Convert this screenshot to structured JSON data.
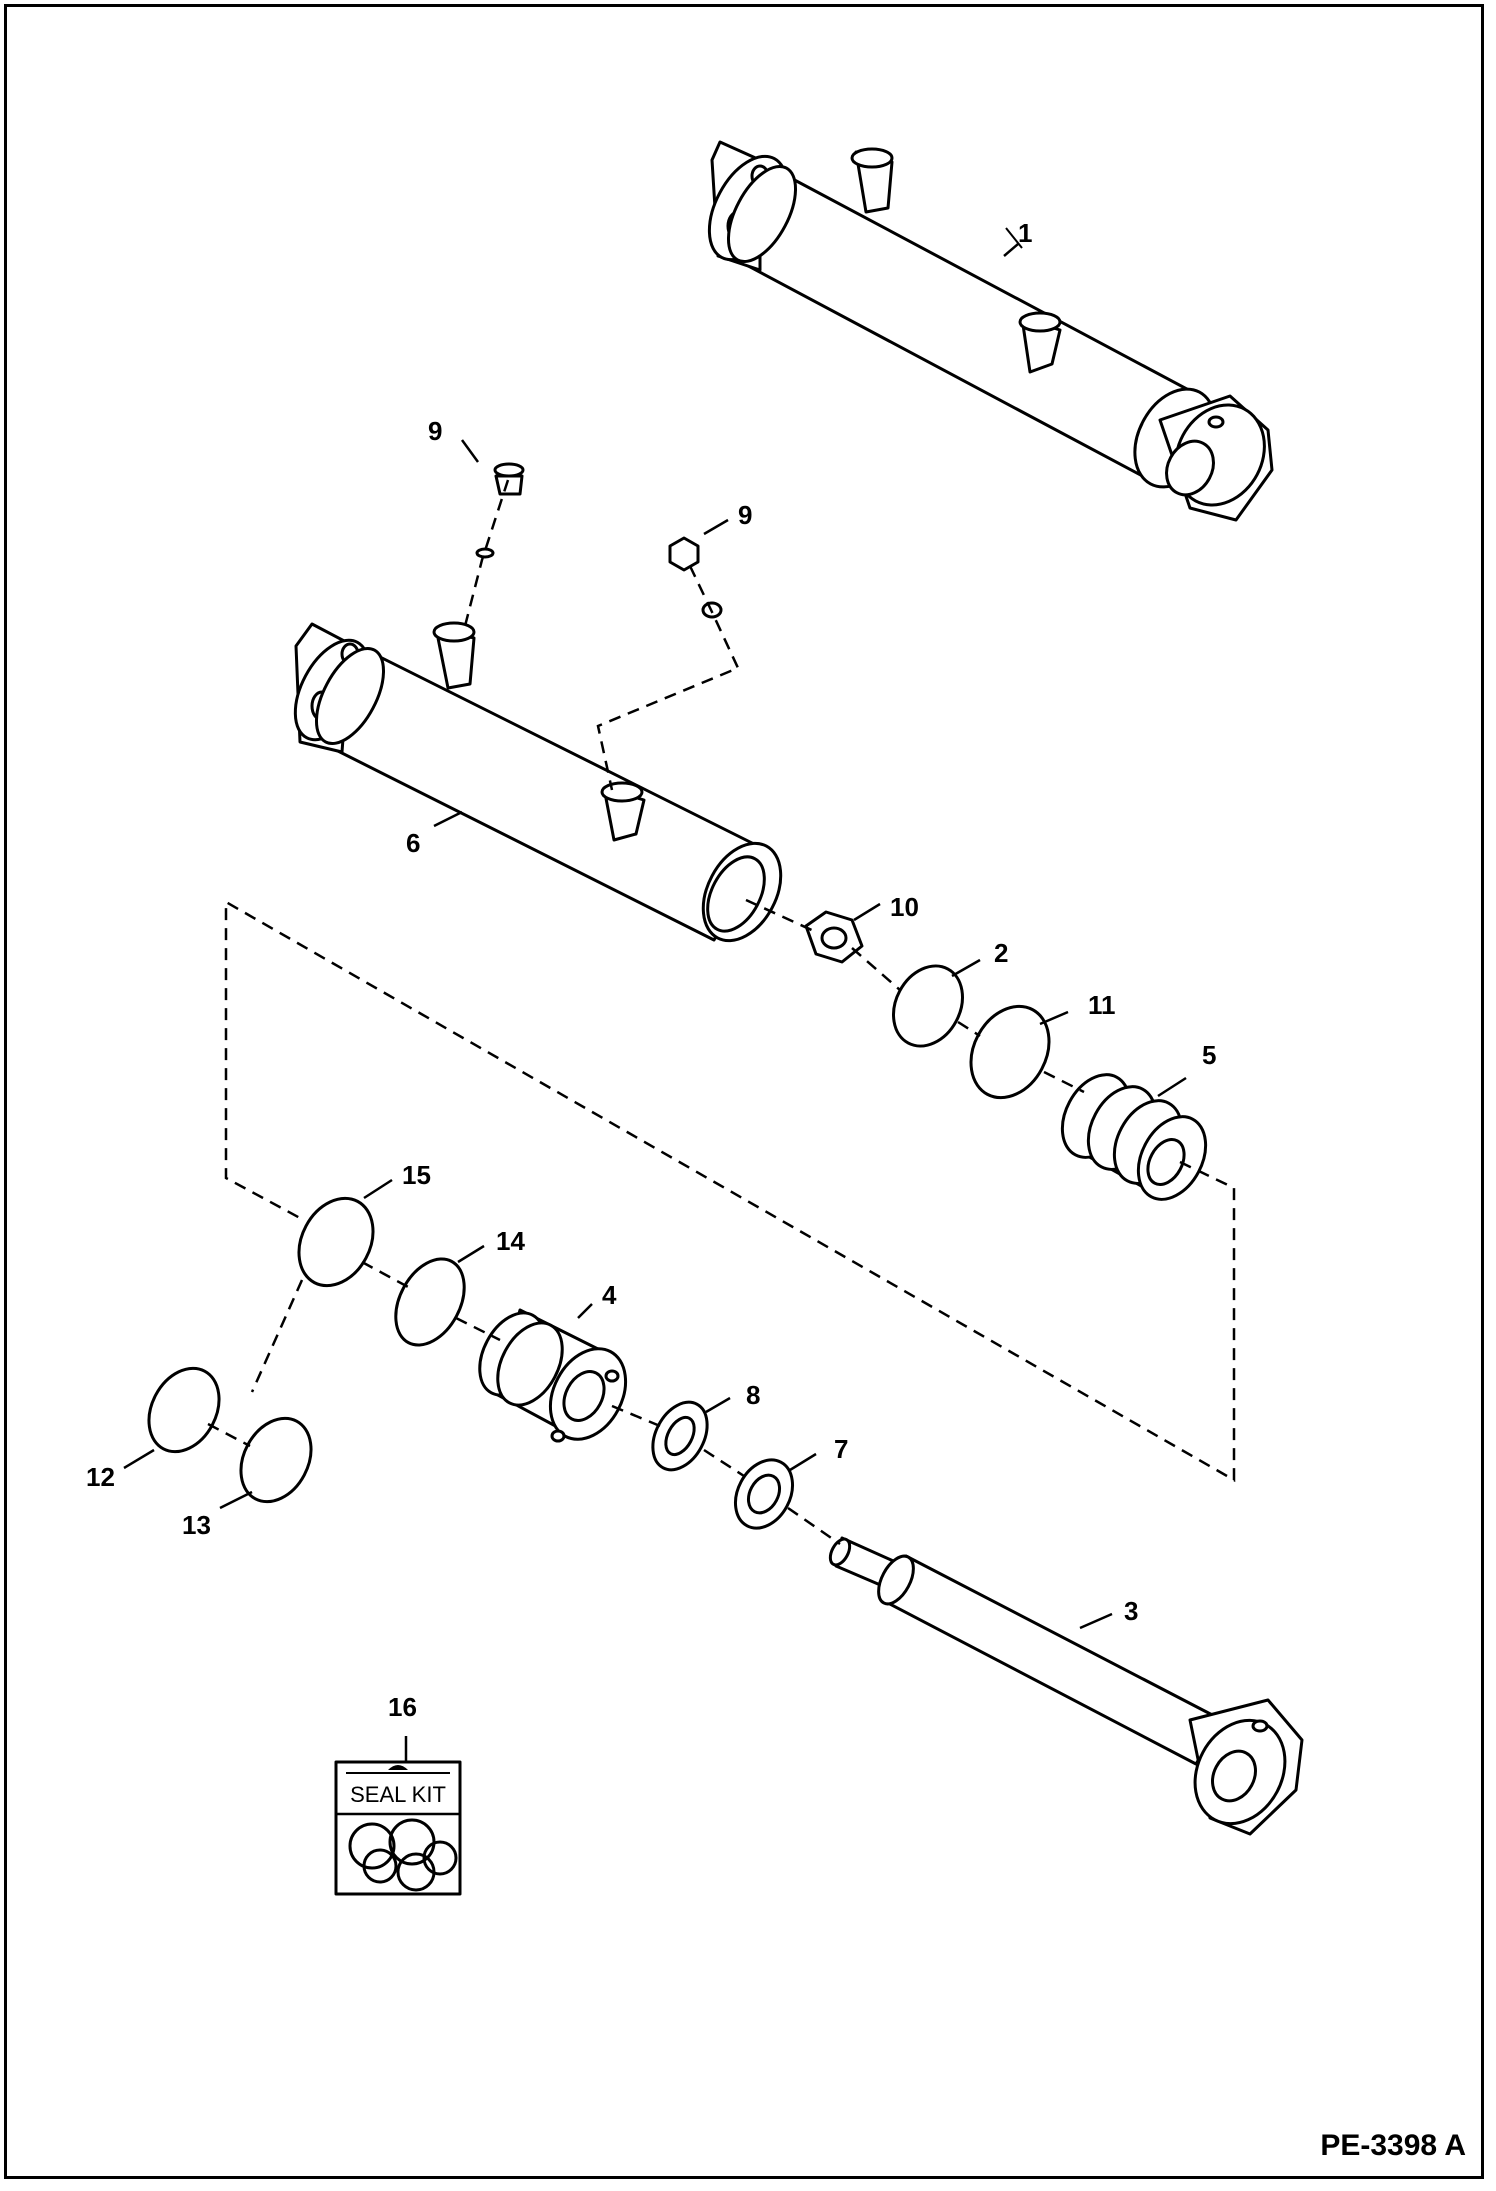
{
  "figure_id": "PE-3398 A",
  "seal_kit_label": "SEAL KIT",
  "callouts": {
    "c1": "1",
    "c2": "2",
    "c3": "3",
    "c4": "4",
    "c5": "5",
    "c6": "6",
    "c7": "7",
    "c8": "8",
    "c9a": "9",
    "c9b": "9",
    "c10": "10",
    "c11": "11",
    "c12": "12",
    "c13": "13",
    "c14": "14",
    "c15": "15",
    "c16": "16"
  }
}
